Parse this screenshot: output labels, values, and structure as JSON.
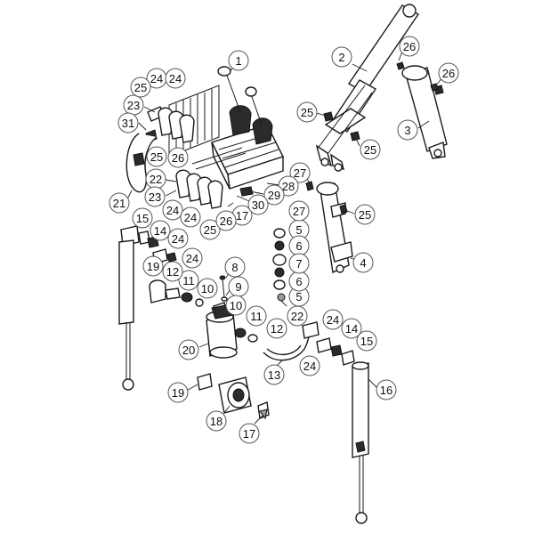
{
  "callouts": [
    {
      "id": "c1",
      "label": "1"
    },
    {
      "id": "c2",
      "label": "2"
    },
    {
      "id": "c3",
      "label": "3"
    },
    {
      "id": "c4",
      "label": "4"
    },
    {
      "id": "c5a",
      "label": "5"
    },
    {
      "id": "c5b",
      "label": "5"
    },
    {
      "id": "c6a",
      "label": "6"
    },
    {
      "id": "c6b",
      "label": "6"
    },
    {
      "id": "c7",
      "label": "7"
    },
    {
      "id": "c8",
      "label": "8"
    },
    {
      "id": "c9",
      "label": "9"
    },
    {
      "id": "c10a",
      "label": "10"
    },
    {
      "id": "c10b",
      "label": "10"
    },
    {
      "id": "c11a",
      "label": "11"
    },
    {
      "id": "c11b",
      "label": "11"
    },
    {
      "id": "c12a",
      "label": "12"
    },
    {
      "id": "c12b",
      "label": "12"
    },
    {
      "id": "c13",
      "label": "13"
    },
    {
      "id": "c14a",
      "label": "14"
    },
    {
      "id": "c14b",
      "label": "14"
    },
    {
      "id": "c15a",
      "label": "15"
    },
    {
      "id": "c15b",
      "label": "15"
    },
    {
      "id": "c16",
      "label": "16"
    },
    {
      "id": "c17a",
      "label": "17"
    },
    {
      "id": "c17b",
      "label": "17"
    },
    {
      "id": "c18",
      "label": "18"
    },
    {
      "id": "c19a",
      "label": "19"
    },
    {
      "id": "c19b",
      "label": "19"
    },
    {
      "id": "c20",
      "label": "20"
    },
    {
      "id": "c21",
      "label": "21"
    },
    {
      "id": "c22a",
      "label": "22"
    },
    {
      "id": "c22b",
      "label": "22"
    },
    {
      "id": "c23a",
      "label": "23"
    },
    {
      "id": "c23b",
      "label": "23"
    },
    {
      "id": "c24a",
      "label": "24"
    },
    {
      "id": "c24b",
      "label": "24"
    },
    {
      "id": "c24c",
      "label": "24"
    },
    {
      "id": "c24d",
      "label": "24"
    },
    {
      "id": "c24e",
      "label": "24"
    },
    {
      "id": "c24f",
      "label": "24"
    },
    {
      "id": "c24g",
      "label": "24"
    },
    {
      "id": "c24h",
      "label": "24"
    },
    {
      "id": "c25a",
      "label": "25"
    },
    {
      "id": "c25b",
      "label": "25"
    },
    {
      "id": "c25c",
      "label": "25"
    },
    {
      "id": "c25d",
      "label": "25"
    },
    {
      "id": "c25e",
      "label": "25"
    },
    {
      "id": "c25f",
      "label": "25"
    },
    {
      "id": "c26a",
      "label": "26"
    },
    {
      "id": "c26b",
      "label": "26"
    },
    {
      "id": "c26c",
      "label": "26"
    },
    {
      "id": "c26d",
      "label": "26"
    },
    {
      "id": "c27a",
      "label": "27"
    },
    {
      "id": "c27b",
      "label": "27"
    },
    {
      "id": "c28",
      "label": "28"
    },
    {
      "id": "c29",
      "label": "29"
    },
    {
      "id": "c30",
      "label": "30"
    },
    {
      "id": "c31",
      "label": "31"
    }
  ]
}
